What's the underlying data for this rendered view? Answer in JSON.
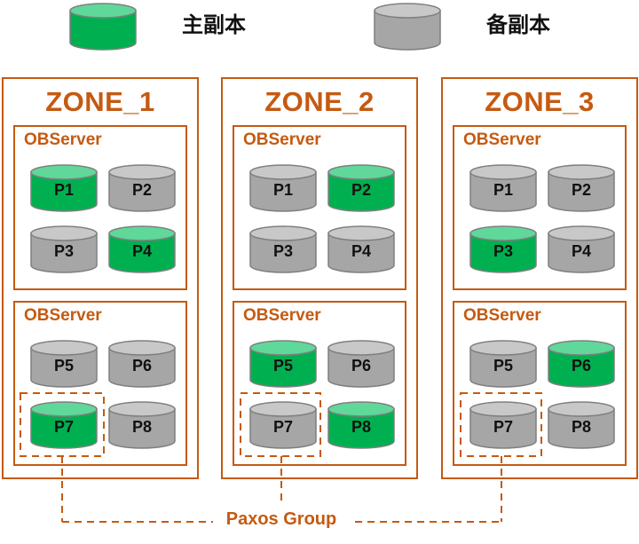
{
  "legend": {
    "primary_label": "主副本",
    "backup_label": "备副本"
  },
  "colors": {
    "primary_fill": "#00b050",
    "primary_top": "#5fd89a",
    "backup_fill": "#a6a6a6",
    "backup_top": "#c8c8c8",
    "outline": "#7f7f7f",
    "accent": "#c55a11"
  },
  "zones": [
    {
      "name": "ZONE_1",
      "servers": [
        {
          "label": "OBServer",
          "partitions": [
            {
              "id": "P1",
              "role": "primary"
            },
            {
              "id": "P2",
              "role": "backup"
            },
            {
              "id": "P3",
              "role": "backup"
            },
            {
              "id": "P4",
              "role": "primary"
            }
          ]
        },
        {
          "label": "OBServer",
          "partitions": [
            {
              "id": "P5",
              "role": "backup"
            },
            {
              "id": "P6",
              "role": "backup"
            },
            {
              "id": "P7",
              "role": "primary"
            },
            {
              "id": "P8",
              "role": "backup"
            }
          ]
        }
      ]
    },
    {
      "name": "ZONE_2",
      "servers": [
        {
          "label": "OBServer",
          "partitions": [
            {
              "id": "P1",
              "role": "backup"
            },
            {
              "id": "P2",
              "role": "primary"
            },
            {
              "id": "P3",
              "role": "backup"
            },
            {
              "id": "P4",
              "role": "backup"
            }
          ]
        },
        {
          "label": "OBServer",
          "partitions": [
            {
              "id": "P5",
              "role": "primary"
            },
            {
              "id": "P6",
              "role": "backup"
            },
            {
              "id": "P7",
              "role": "backup"
            },
            {
              "id": "P8",
              "role": "primary"
            }
          ]
        }
      ]
    },
    {
      "name": "ZONE_3",
      "servers": [
        {
          "label": "OBServer",
          "partitions": [
            {
              "id": "P1",
              "role": "backup"
            },
            {
              "id": "P2",
              "role": "backup"
            },
            {
              "id": "P3",
              "role": "primary"
            },
            {
              "id": "P4",
              "role": "backup"
            }
          ]
        },
        {
          "label": "OBServer",
          "partitions": [
            {
              "id": "P5",
              "role": "backup"
            },
            {
              "id": "P6",
              "role": "primary"
            },
            {
              "id": "P7",
              "role": "backup"
            },
            {
              "id": "P8",
              "role": "backup"
            }
          ]
        }
      ]
    }
  ],
  "paxos_group": {
    "label": "Paxos Group",
    "partition": "P7"
  }
}
